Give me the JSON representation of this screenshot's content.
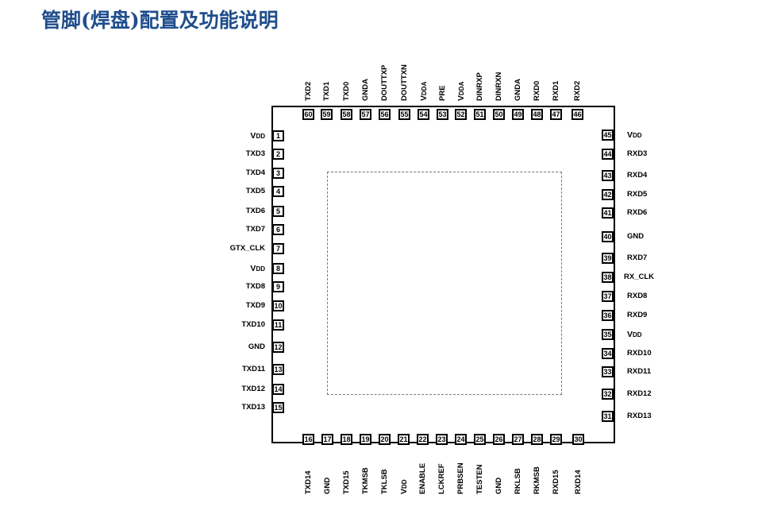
{
  "title": "管脚(焊盘)配置及功能说明",
  "pins": {
    "left": [
      {
        "num": "1",
        "label": "VDD"
      },
      {
        "num": "2",
        "label": "TXD3"
      },
      {
        "num": "3",
        "label": "TXD4"
      },
      {
        "num": "4",
        "label": "TXD5"
      },
      {
        "num": "5",
        "label": "TXD6"
      },
      {
        "num": "6",
        "label": "TXD7"
      },
      {
        "num": "7",
        "label": "GTX_CLK"
      },
      {
        "num": "8",
        "label": "VDD"
      },
      {
        "num": "9",
        "label": "TXD8"
      },
      {
        "num": "10",
        "label": "TXD9"
      },
      {
        "num": "11",
        "label": "TXD10"
      },
      {
        "num": "12",
        "label": "GND"
      },
      {
        "num": "13",
        "label": "TXD11"
      },
      {
        "num": "14",
        "label": "TXD12"
      },
      {
        "num": "15",
        "label": "TXD13"
      }
    ],
    "bottom": [
      {
        "num": "16",
        "label": "TXD14"
      },
      {
        "num": "17",
        "label": "GND"
      },
      {
        "num": "18",
        "label": "TXD15"
      },
      {
        "num": "19",
        "label": "TKMSB"
      },
      {
        "num": "20",
        "label": "TKLSB"
      },
      {
        "num": "21",
        "label": "VDD"
      },
      {
        "num": "22",
        "label": "ENABLE"
      },
      {
        "num": "23",
        "label": "LCKREF"
      },
      {
        "num": "24",
        "label": "PRBSEN"
      },
      {
        "num": "25",
        "label": "TESTEN"
      },
      {
        "num": "26",
        "label": "GND"
      },
      {
        "num": "27",
        "label": "RKLSB"
      },
      {
        "num": "28",
        "label": "RKMSB"
      },
      {
        "num": "29",
        "label": "RXD15"
      },
      {
        "num": "30",
        "label": "RXD14"
      }
    ],
    "right": [
      {
        "num": "31",
        "label": "RXD13"
      },
      {
        "num": "32",
        "label": "RXD12"
      },
      {
        "num": "33",
        "label": "RXD11"
      },
      {
        "num": "34",
        "label": "RXD10"
      },
      {
        "num": "35",
        "label": "VDD"
      },
      {
        "num": "36",
        "label": "RXD9"
      },
      {
        "num": "37",
        "label": "RXD8"
      },
      {
        "num": "38",
        "label": "RX_CLK"
      },
      {
        "num": "39",
        "label": "RXD7"
      },
      {
        "num": "40",
        "label": "GND"
      },
      {
        "num": "41",
        "label": "RXD6"
      },
      {
        "num": "42",
        "label": "RXD5"
      },
      {
        "num": "43",
        "label": "RXD4"
      },
      {
        "num": "44",
        "label": "RXD3"
      },
      {
        "num": "45",
        "label": "VDD"
      }
    ],
    "top": [
      {
        "num": "46",
        "label": "RXD2"
      },
      {
        "num": "47",
        "label": "RXD1"
      },
      {
        "num": "48",
        "label": "RXD0"
      },
      {
        "num": "49",
        "label": "GNDA"
      },
      {
        "num": "50",
        "label": "DINRXN"
      },
      {
        "num": "51",
        "label": "DINRXP"
      },
      {
        "num": "52",
        "label": "VDDA"
      },
      {
        "num": "53",
        "label": "PRE"
      },
      {
        "num": "54",
        "label": "VDDA"
      },
      {
        "num": "55",
        "label": "DOUTTXN"
      },
      {
        "num": "56",
        "label": "DOUTTXP"
      },
      {
        "num": "57",
        "label": "GNDA"
      },
      {
        "num": "58",
        "label": "TXD0"
      },
      {
        "num": "59",
        "label": "TXD1"
      },
      {
        "num": "60",
        "label": "TXD2"
      }
    ]
  }
}
